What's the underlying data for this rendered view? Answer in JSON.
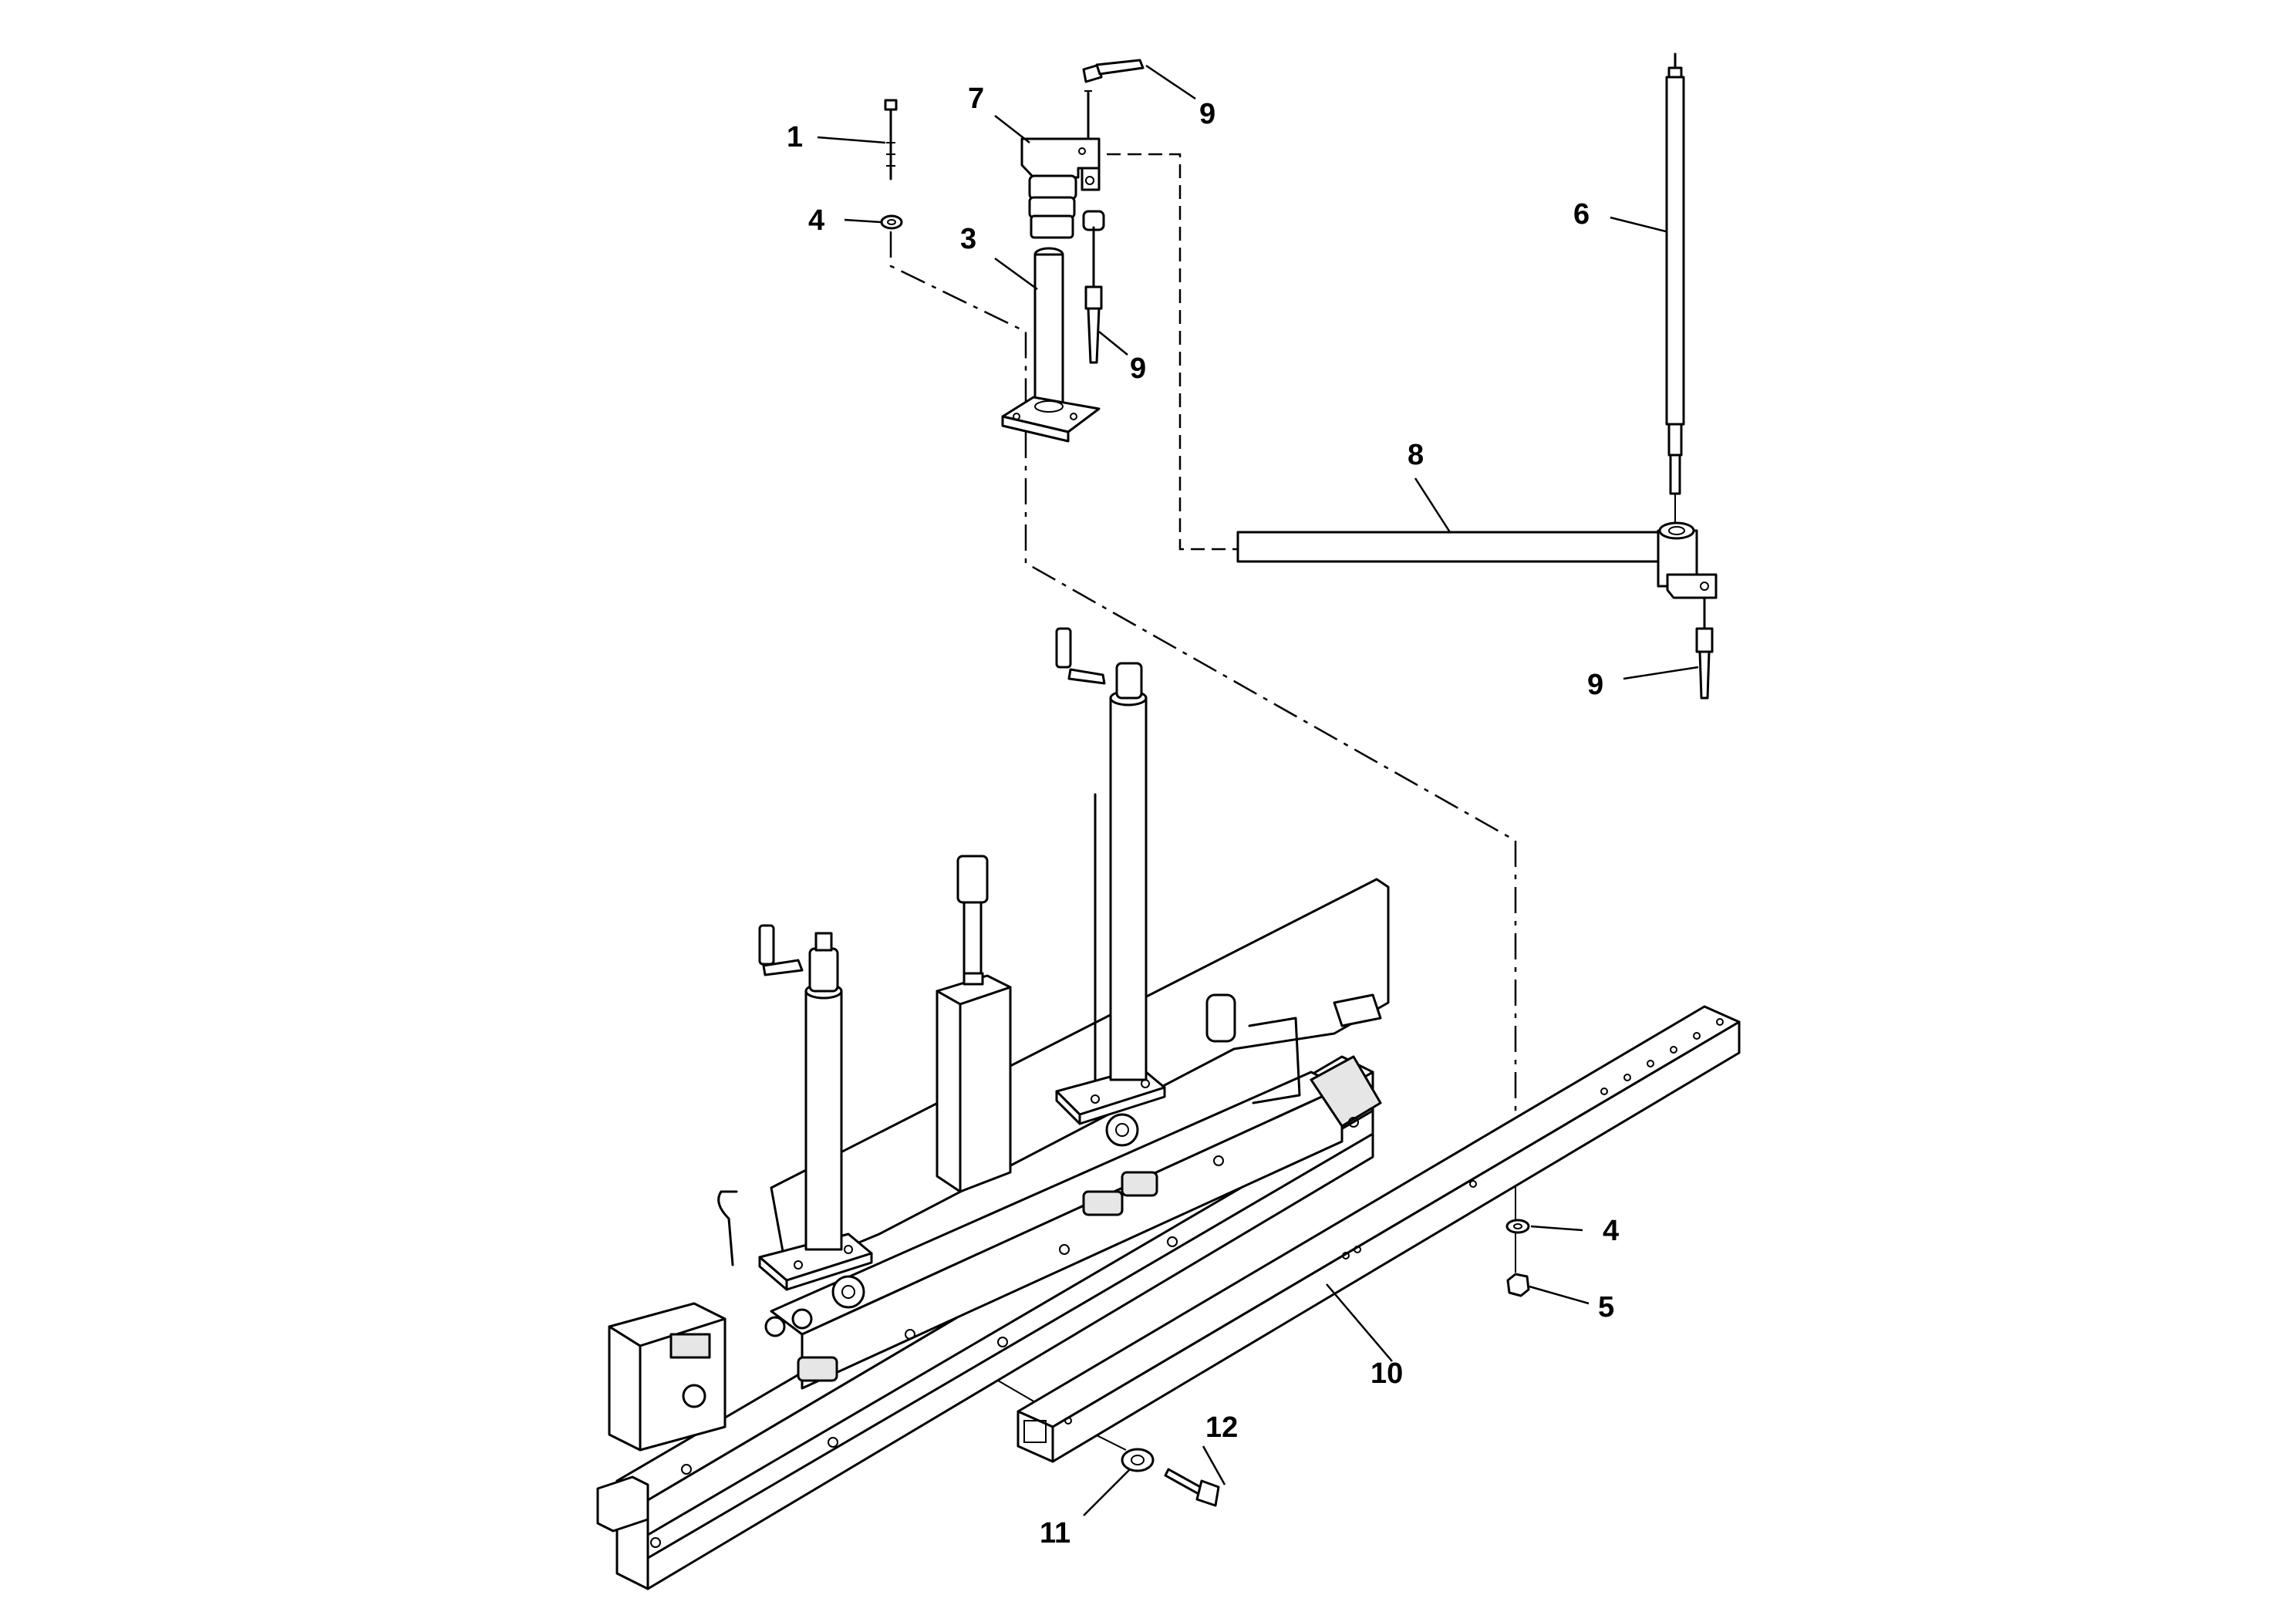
{
  "callouts": {
    "c1": "1",
    "c4_top": "4",
    "c3": "3",
    "c7": "7",
    "c9_top": "9",
    "c9_mid": "9",
    "c6": "6",
    "c8": "8",
    "c9_right": "9",
    "c4_bottom": "4",
    "c5": "5",
    "c10": "10",
    "c11": "11",
    "c12": "12"
  }
}
